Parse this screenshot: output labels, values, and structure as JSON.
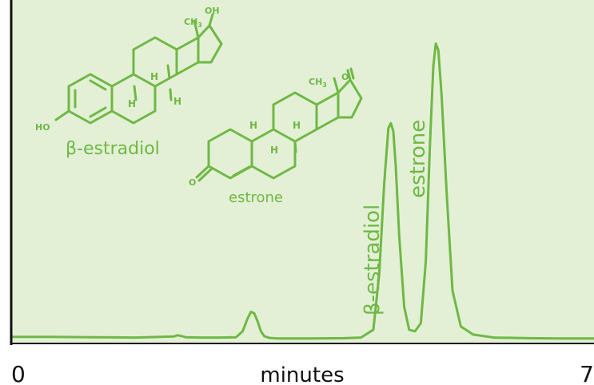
{
  "colors": {
    "plot_background": "#e3f0d6",
    "trace": "#6fb844",
    "axis": "#111111"
  },
  "chart_data": {
    "type": "line",
    "title": "",
    "xlabel": "minutes",
    "ylabel": "",
    "xlim": [
      0,
      7
    ],
    "ylim": [
      0,
      100
    ],
    "grid": false,
    "x_tick_labels": [
      "0",
      "7"
    ],
    "series": [
      {
        "x": [
          0.0,
          0.5,
          1.0,
          1.5,
          1.95,
          2.0,
          2.05,
          2.1,
          2.3,
          2.5,
          2.7,
          2.78,
          2.84,
          2.88,
          2.92,
          2.96,
          3.0,
          3.04,
          3.1,
          3.2,
          3.6,
          4.0,
          4.2,
          4.35,
          4.42,
          4.48,
          4.53,
          4.56,
          4.59,
          4.62,
          4.66,
          4.72,
          4.78,
          4.85,
          4.92,
          4.98,
          5.03,
          5.07,
          5.1,
          5.13,
          5.17,
          5.23,
          5.3,
          5.4,
          5.55,
          5.8,
          6.2,
          6.6,
          7.0
        ],
        "y": [
          0.8,
          0.8,
          0.7,
          0.6,
          0.9,
          1.3,
          1.0,
          0.7,
          0.6,
          0.6,
          0.7,
          2.5,
          6.5,
          8.5,
          8.0,
          5.5,
          2.5,
          1.0,
          0.5,
          0.3,
          0.3,
          0.4,
          0.6,
          3.0,
          20.0,
          48.0,
          65.0,
          66.5,
          64.0,
          53.0,
          32.0,
          10.0,
          3.0,
          2.5,
          5.0,
          24.0,
          60.0,
          84.0,
          91.0,
          89.0,
          75.0,
          45.0,
          15.0,
          4.0,
          1.5,
          0.6,
          0.4,
          0.3,
          0.3
        ]
      }
    ],
    "annotations": [
      {
        "text": "β-estradiol",
        "x": 4.55
      },
      {
        "text": "estrone",
        "x": 5.1
      }
    ]
  },
  "structures": {
    "estradiol": {
      "name": "β-estradiol",
      "ch3": "CH",
      "ch3_sub": "3",
      "oh": "OH",
      "ho": "HO",
      "h_labels": [
        "H",
        "H",
        "H"
      ]
    },
    "estrone": {
      "name": "estrone",
      "ch3": "CH",
      "ch3_sub": "3",
      "o_ketone": "O",
      "o_enone": "O",
      "h_labels": [
        "H",
        "H",
        "H"
      ]
    }
  }
}
